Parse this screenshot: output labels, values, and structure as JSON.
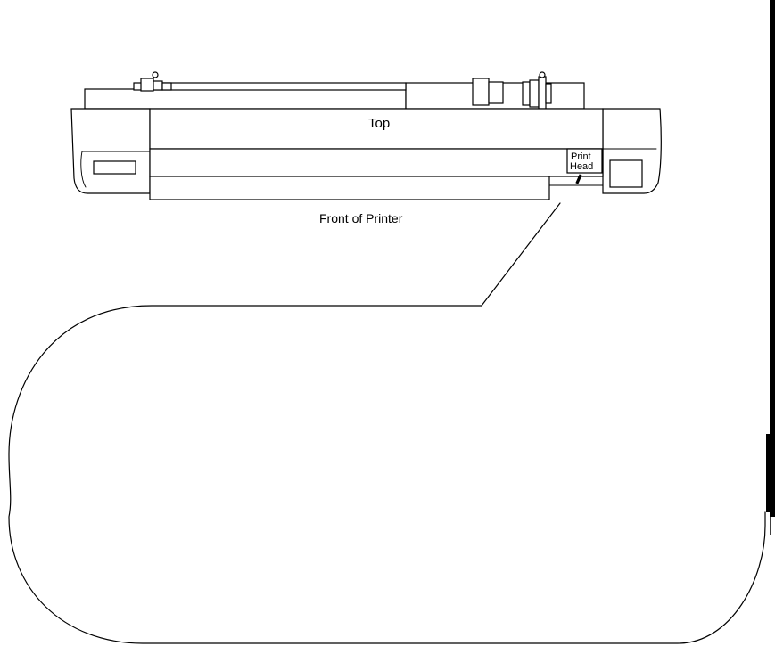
{
  "diagram": {
    "top_label": "Top",
    "front_label": "Front of Printer",
    "print_head_label_line1": "Print",
    "print_head_label_line2": "Head"
  }
}
